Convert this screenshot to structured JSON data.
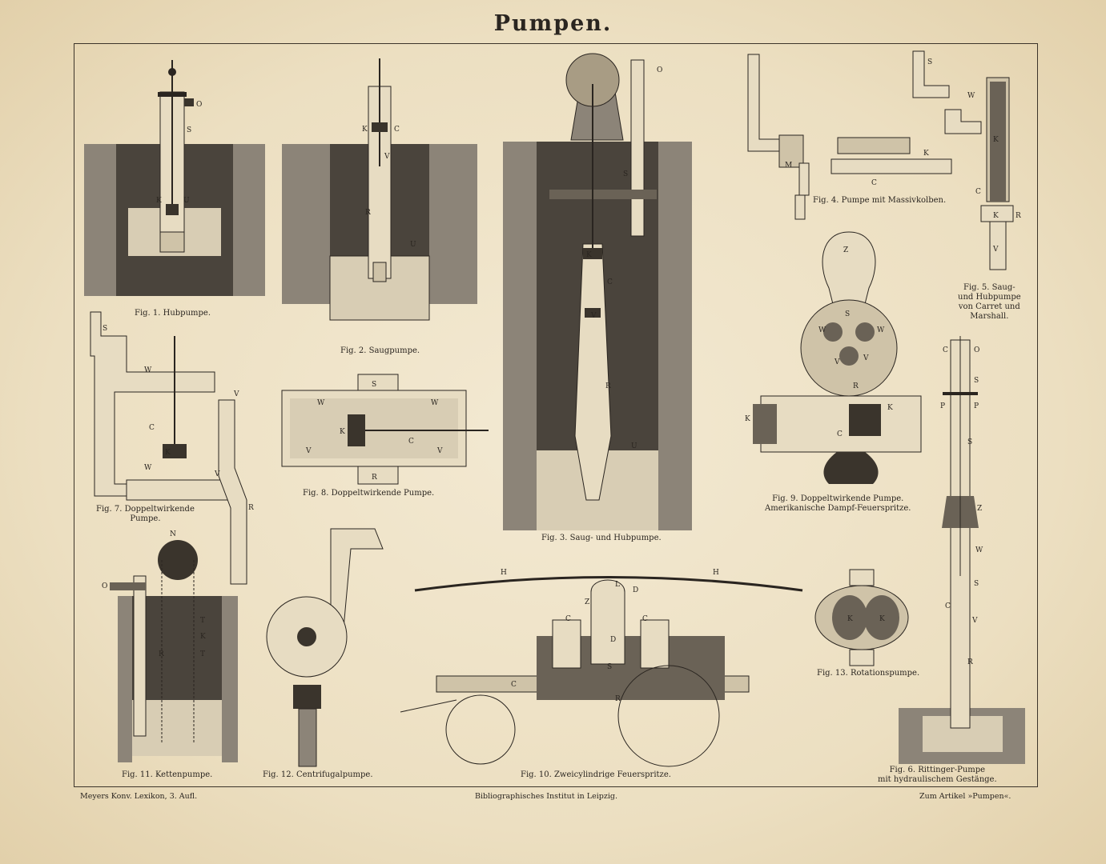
{
  "title": "Pumpen.",
  "captions": {
    "fig1": "Fig. 1. Hubpumpe.",
    "fig2": "Fig. 2. Saugpumpe.",
    "fig3": "Fig. 3. Saug- und Hubpumpe.",
    "fig4": "Fig. 4. Pumpe mit Massivkolben.",
    "fig5": [
      "Fig. 5. Saug-",
      "und Hubpumpe",
      "von Carret und",
      "Marshall."
    ],
    "fig6": [
      "Fig. 6. Rittinger-Pumpe",
      "mit hydraulischem Gestänge."
    ],
    "fig7": [
      "Fig. 7. Doppeltwirkende",
      "Pumpe."
    ],
    "fig8": "Fig. 8. Doppeltwirkende Pumpe.",
    "fig9": [
      "Fig. 9. Doppeltwirkende Pumpe.",
      "Amerikanische Dampf-Feuerspritze."
    ],
    "fig10": "Fig. 10. Zweicylindrige Feuerspritze.",
    "fig11": "Fig. 11. Kettenpumpe.",
    "fig12": "Fig. 12. Centrifugalpumpe.",
    "fig13": "Fig. 13. Rotationspumpe."
  },
  "labels": {
    "fig1": [
      "O",
      "S",
      "K",
      "U"
    ],
    "fig2": [
      "K",
      "C",
      "V",
      "R",
      "U"
    ],
    "fig3": [
      "O",
      "S",
      "K",
      "C",
      "V",
      "R",
      "U"
    ],
    "fig4": [
      "M",
      "K",
      "C"
    ],
    "fig5": [
      "S",
      "W",
      "K",
      "C",
      "K",
      "R",
      "V"
    ],
    "fig6": [
      "C",
      "O",
      "S",
      "P",
      "P",
      "S",
      "Z",
      "W",
      "S",
      "C",
      "V",
      "R"
    ],
    "fig7": [
      "S",
      "W",
      "V",
      "C",
      "K",
      "W",
      "V",
      "R"
    ],
    "fig8": [
      "S",
      "W",
      "W",
      "K",
      "C",
      "V",
      "V",
      "R"
    ],
    "fig9": [
      "Z",
      "S",
      "W",
      "W",
      "V",
      "V",
      "R",
      "K",
      "K",
      "C"
    ],
    "fig10": [
      "H",
      "H",
      "L",
      "Z",
      "D",
      "C",
      "C",
      "D",
      "S",
      "C",
      "R"
    ],
    "fig11": [
      "N",
      "O",
      "T",
      "K",
      "R",
      "T"
    ],
    "fig13": [
      "K",
      "K"
    ]
  },
  "footer": {
    "left": "Meyers Konv. Lexikon, 3. Aufl.",
    "center": "Bibliographisches Institut in Leipzig.",
    "right": "Zum Artikel »Pumpen«."
  }
}
